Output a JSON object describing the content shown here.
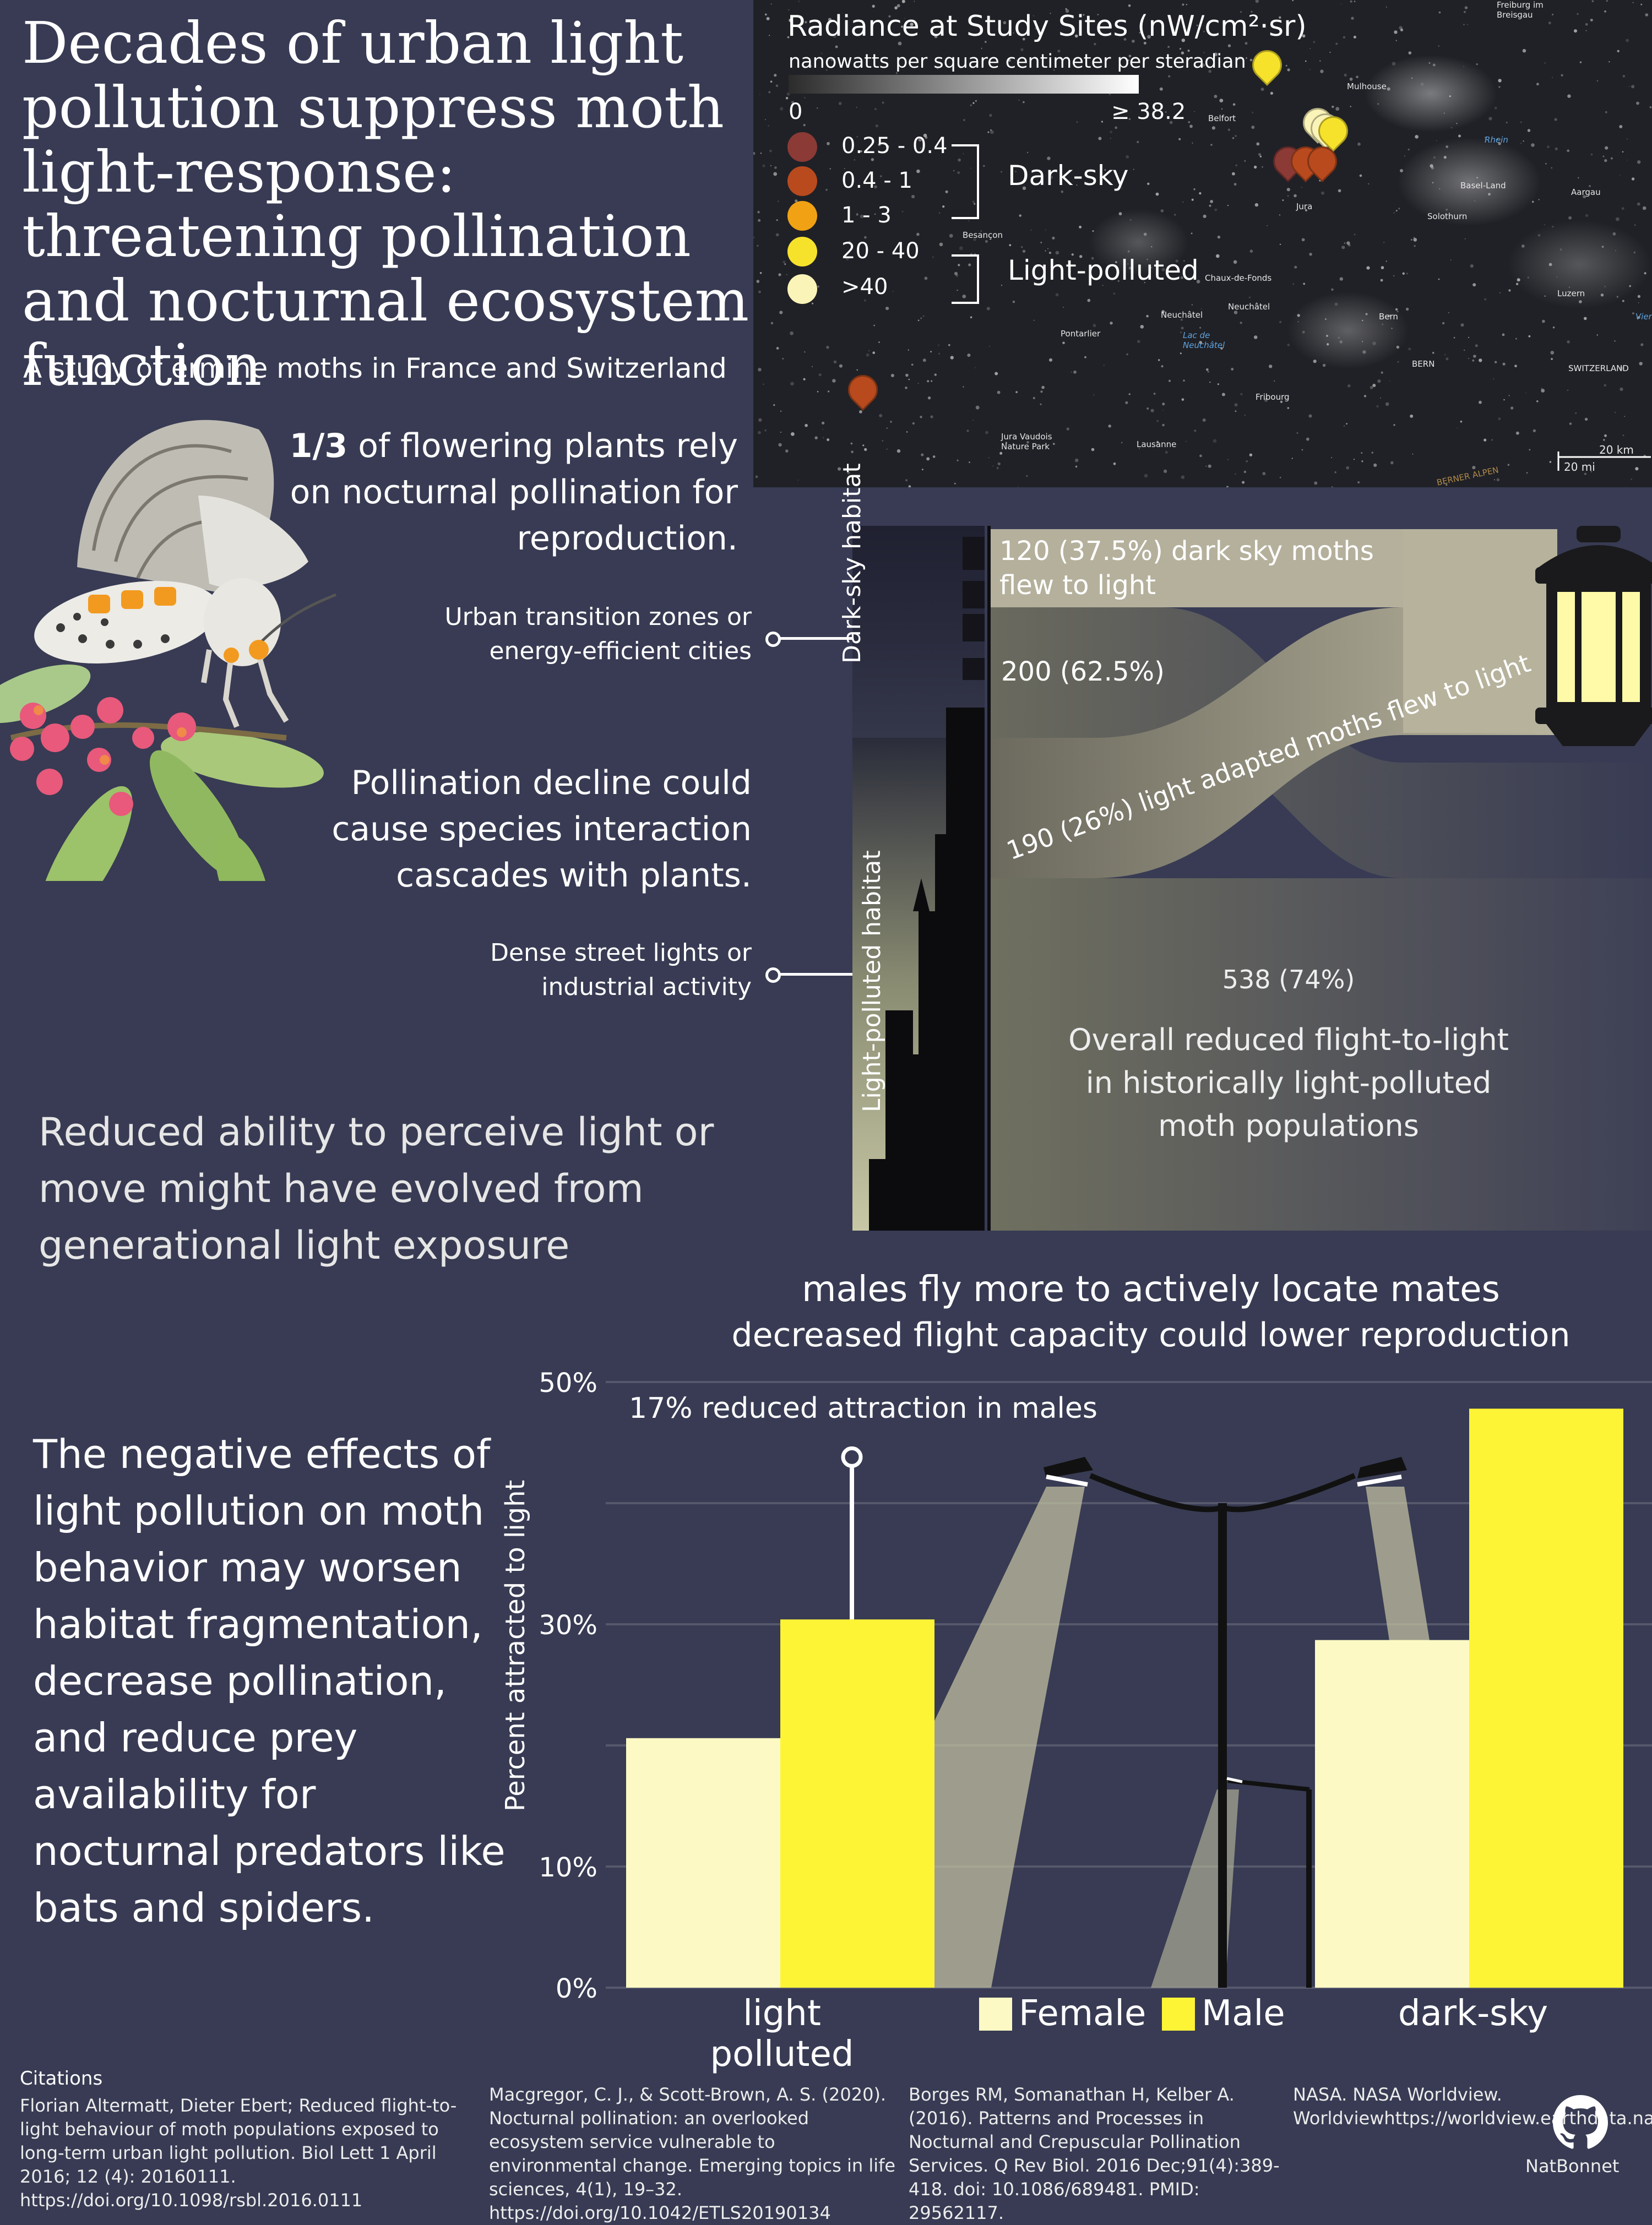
{
  "title": "Decades of urban light pollution suppress moth light-response: threatening pollination and nocturnal ecosystem function",
  "subtitle": "A study of ermine moths in France and Switzerland",
  "map": {
    "title": "Radiance at Study Sites (nW/cm²·sr)",
    "units": "nanowatts per square centimeter per steradian",
    "scale_min": "0",
    "scale_max": "≥ 38.2",
    "legend": [
      {
        "label": "0.25 - 0.4",
        "color": "#8b3a35"
      },
      {
        "label": "0.4 - 1",
        "color": "#b84a1e"
      },
      {
        "label": "1 - 3",
        "color": "#f0a214"
      },
      {
        "label": "20 - 40",
        "color": "#f6e22b"
      },
      {
        "label": ">40",
        "color": "#fbf4b8"
      }
    ],
    "group_dark": "Dark-sky",
    "group_light": "Light-polluted",
    "places": [
      "Freiburg im Breisgau",
      "Mulhouse",
      "Belfort",
      "Rhein",
      "Basel-Land",
      "Aargau",
      "Jura",
      "Solothurn",
      "Besançon",
      "Chaux-de-Fonds",
      "Neuchâtel",
      "Neuchâtel",
      "Lac de Neuchâtel",
      "Pontarlier",
      "Bern",
      "BERN",
      "Luzern",
      "SWITZERLAND",
      "Fribourg",
      "Jura Vaudois Nature Park",
      "Lausanne",
      "BERNER ALPEN",
      "Vierw"
    ],
    "scalebar_km": "20 km",
    "scalebar_mi": "20 mi"
  },
  "fact_pollination": {
    "bold": "1/3",
    "rest": " of flowering plants rely on nocturnal pollination for reproduction."
  },
  "fact_cascade": "Pollination decline could cause species interaction cascades with plants.",
  "zone_dark": "Urban transition zones or energy-efficient cities",
  "zone_light": "Dense street lights or industrial activity",
  "sankey": {
    "habitat_dark": "Dark-sky habitat",
    "habitat_light": "Light-polluted habitat",
    "dark_flew": "120 (37.5%) dark sky moths flew to light",
    "dark_flew_line1": "120 (37.5%) dark sky moths",
    "dark_flew_line2": "flew to light",
    "dark_stayed": "200 (62.5%)",
    "light_flew": "190 (26%) light adapted moths flew to light",
    "light_stayed": "538 (74%)",
    "light_note": "Overall reduced flight-to-light in historically light-polluted moth populations",
    "flows": {
      "dark_flew": 120,
      "dark_stayed": 200,
      "light_flew": 190,
      "light_stayed": 538
    }
  },
  "evolution_text": "Reduced  ability to perceive light or move might have evolved from generational light exposure",
  "chart_heading_1": "males fly more to actively locate mates",
  "chart_heading_2": "decreased flight capacity could lower reproduction",
  "negative_effects": "The negative effects of light pollution on moth behavior may worsen habitat fragmentation, decrease pollination, and reduce prey availability for nocturnal predators like bats and spiders.",
  "chart_data": {
    "type": "bar",
    "categories": [
      "light polluted",
      "dark-sky"
    ],
    "series": [
      {
        "name": "Female",
        "values": [
          20.6,
          28.7
        ],
        "color": "#fdf9c4"
      },
      {
        "name": "Male",
        "values": [
          30.4,
          47.8
        ],
        "color": "#fef436"
      }
    ],
    "ylabel": "Percent attracted to light",
    "yticks": [
      "0%",
      "10%",
      "30%",
      "50%"
    ],
    "ytick_values": [
      0,
      10,
      30,
      50
    ],
    "ylim": [
      0,
      50
    ],
    "grid": true,
    "legend_position": "bottom-center",
    "annotation": "17% reduced attraction in males",
    "annotation_pin_value": 43.8
  },
  "citations": {
    "heading": "Citations",
    "items": [
      "Florian Altermatt, Dieter Ebert; Reduced flight-to-light behaviour of moth populations exposed to long-term urban light pollution. Biol Lett 1 April 2016; 12 (4): 20160111. https://doi.org/10.1098/rsbl.2016.0111",
      "Macgregor, C. J., & Scott-Brown, A. S. (2020). Nocturnal pollination: an overlooked ecosystem service vulnerable to environmental change. Emerging topics in life sciences, 4(1), 19–32. https://doi.org/10.1042/ETLS20190134",
      "Borges RM, Somanathan H, Kelber A. (2016). Patterns and Processes in Nocturnal and Crepuscular Pollination Services. Q Rev Biol. 2016 Dec;91(4):389-418. doi: 10.1086/689481. PMID: 29562117.",
      "NASA. NASA Worldview. Worldviewhttps://worldview.earthdata.nasa.gov/"
    ]
  },
  "author": "NatBonnet",
  "github_icon": "github-icon"
}
